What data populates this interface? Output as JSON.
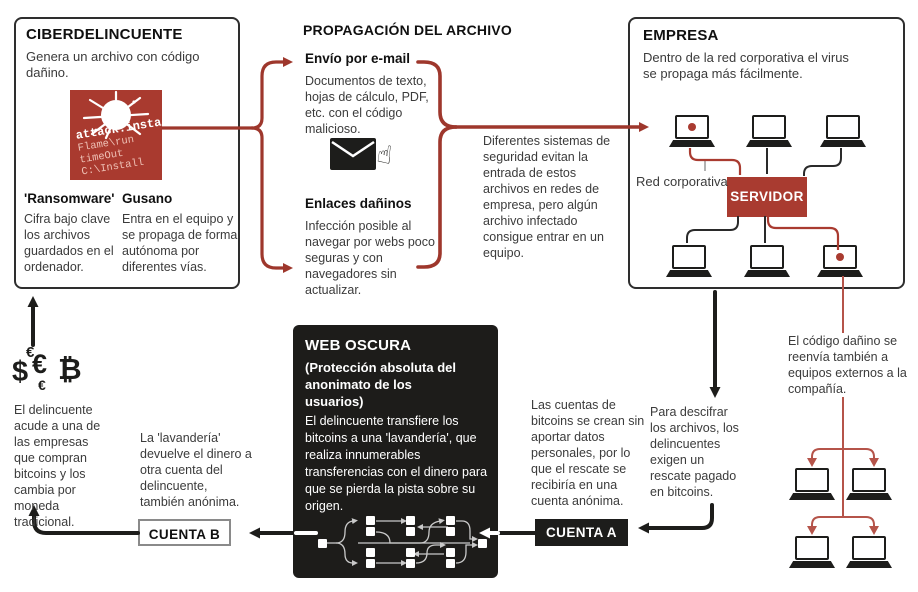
{
  "palette": {
    "accent_red": "#a93b30",
    "line_red": "#9e372c",
    "thin_red": "#b5544a",
    "dark": "#1d1c1a",
    "text": "#3b3b3b"
  },
  "cybercriminal": {
    "title": "CIBERDELINCUENTE",
    "desc": "Genera un archivo con código dañino.",
    "malware_file": {
      "line1": "attack.insta",
      "line2": "Flame\\run",
      "line3": "timeOut",
      "line4": "C:\\Install"
    },
    "ransomware": {
      "title": "'Ransomware'",
      "desc": "Cifra bajo clave los archivos guardados en el ordenador."
    },
    "worm": {
      "title": "Gusano",
      "desc": "Entra en el equipo y se propaga de forma autónoma por diferentes vías."
    }
  },
  "propagation": {
    "title": "PROPAGACIÓN DEL ARCHIVO",
    "email": {
      "title": "Envío por e-mail",
      "desc": "Documentos de texto, hojas de cálculo, PDF, etc. con el código malicioso."
    },
    "links": {
      "title": "Enlaces dañinos",
      "desc": "Infección posible al navegar por webs poco seguras y con navegadores sin actualizar."
    },
    "security_note": "Diferentes sistemas de seguridad evitan la entrada de estos archivos en redes de empresa, pero algún archivo infectado consigue entrar en un equipo."
  },
  "company": {
    "title": "EMPRESA",
    "desc": "Dentro de la red corporativa el virus se propaga más fácilmente.",
    "network_label": "Red corporativa",
    "server_label": "SERVIDOR",
    "external_note": "El código dañino se reenvía también a equipos externos a la compañía.",
    "ransom_note": "Para descifrar los archivos, los delincuentes exigen un rescate pagado en bitcoins."
  },
  "darkweb": {
    "title": "WEB OSCURA",
    "subtitle": "(Protección absoluta del anonimato de los usuarios)",
    "desc": "El delincuente transfiere los bitcoins a una 'lavandería', que realiza innumerables transferencias con el dinero para que se pierda la pista sobre su origen."
  },
  "accounts": {
    "account_a": "CUENTA A",
    "account_b": "CUENTA B",
    "anonymous_note": "Las cuentas de bitcoins se crean sin aportar datos personales, por lo que el rescate se recibiría en una cuenta anónima.",
    "laundry_note": "La 'lavandería' devuelve el dinero a otra cuenta del delincuente, también anónima.",
    "cashout_note": "El delincuente acude a una de las empresas que compran bitcoins y los cambia por moneda tradicional.",
    "currency": {
      "euro_top": "€",
      "euro_big": "€",
      "dollar": "$",
      "euro_small": "€",
      "bitcoin": "₿"
    }
  }
}
